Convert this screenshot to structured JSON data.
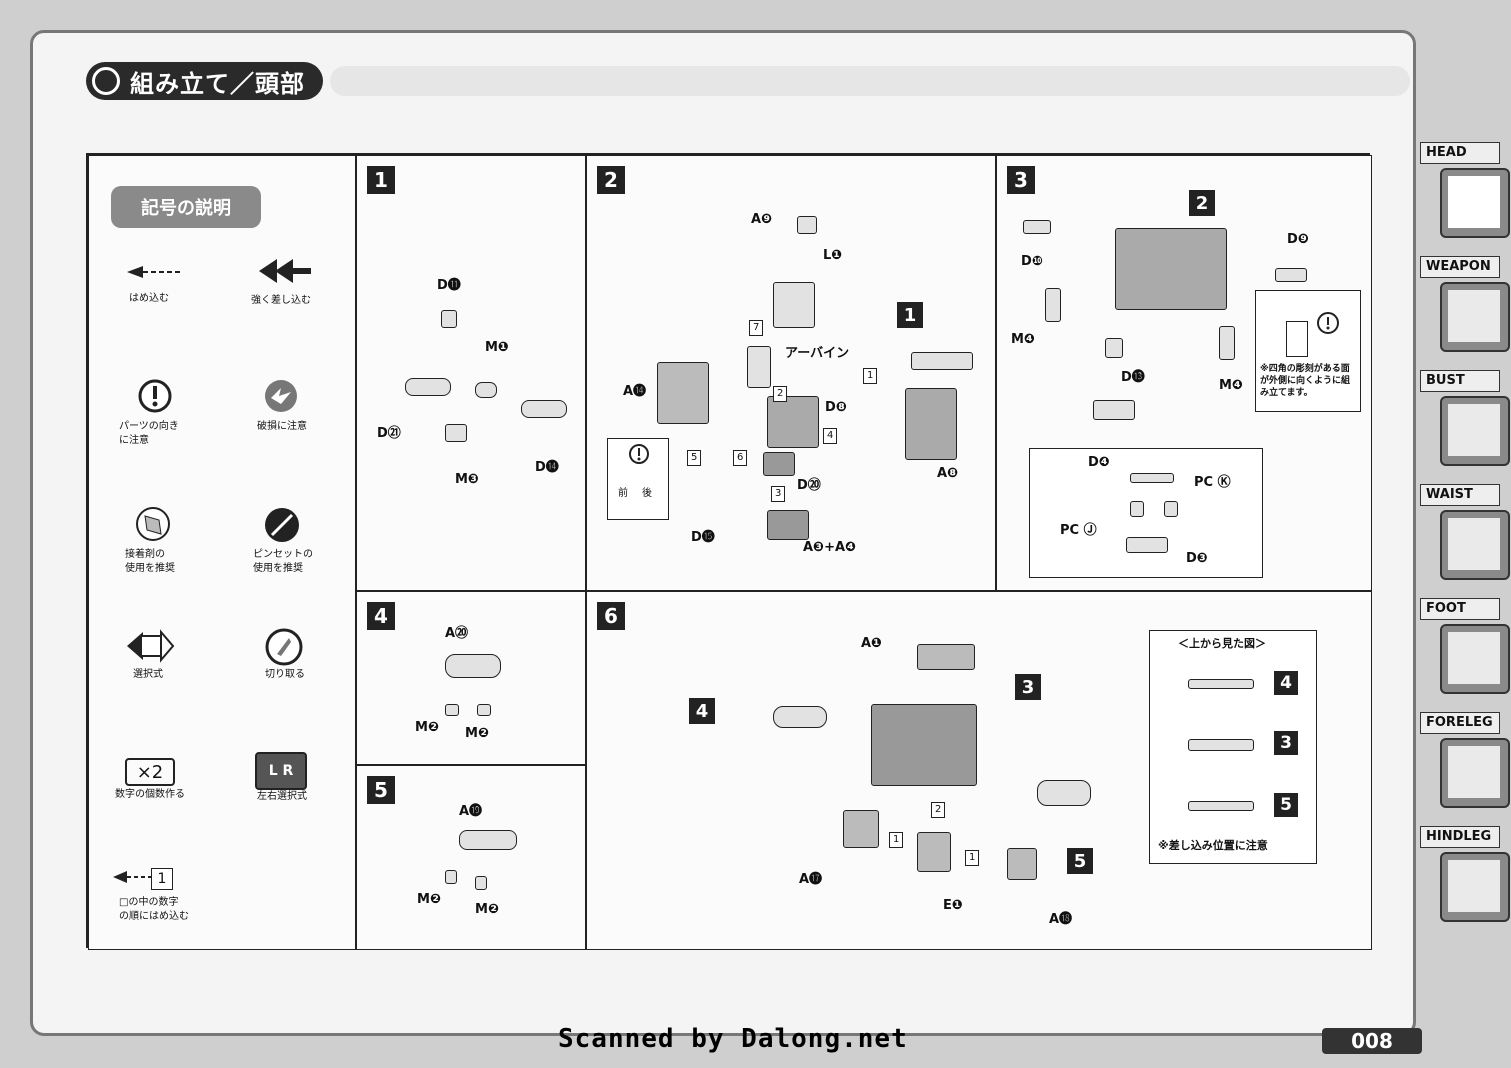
{
  "header": {
    "title": "組み立て／頭部"
  },
  "legend": {
    "title": "記号の説明",
    "items": [
      {
        "label": "はめ込む"
      },
      {
        "label": "強く差し込む"
      },
      {
        "label": "パーツの向き\nに注意"
      },
      {
        "label": "破損に注意"
      },
      {
        "label": "接着剤の\n使用を推奨"
      },
      {
        "label": "ピンセットの\n使用を推奨"
      },
      {
        "label": "選択式"
      },
      {
        "label": "切り取る"
      },
      {
        "label": "数字の個数作る",
        "badge": "×2"
      },
      {
        "label": "左右選択式",
        "badge": "L R"
      },
      {
        "label": "□の中の数字\nの順にはめ込む",
        "badge": "1"
      }
    ]
  },
  "steps": {
    "s1": {
      "num": "1",
      "parts": [
        "D⓫",
        "M❶",
        "D㉑",
        "D⓮",
        "M❸"
      ]
    },
    "s2": {
      "num": "2",
      "parts": [
        "A❾",
        "L❶",
        "A⓮",
        "アーバイン",
        "D❽",
        "D⑳",
        "A❽",
        "A❸+A❹",
        "D⓯"
      ],
      "sub": [
        "1",
        "2",
        "3",
        "4",
        "5",
        "6",
        "7"
      ],
      "inset": [
        "前",
        "後"
      ],
      "ref": "1"
    },
    "s3": {
      "num": "3",
      "parts": [
        "D❾",
        "D❿",
        "M❹",
        "D⓭",
        "M❹"
      ],
      "ref": "2",
      "note": "※四角の彫刻がある面が外側に向くように組み立てます。",
      "detail": [
        "D❹",
        "PC Ⓚ",
        "PC Ⓙ",
        "D❸"
      ]
    },
    "s4": {
      "num": "4",
      "parts": [
        "A⑳",
        "M❷",
        "M❷"
      ]
    },
    "s5": {
      "num": "5",
      "parts": [
        "A⓳",
        "M❷",
        "M❷"
      ]
    },
    "s6": {
      "num": "6",
      "parts": [
        "A❶",
        "A⓱",
        "E❶",
        "A⓲"
      ],
      "refs": [
        "3",
        "4",
        "5"
      ],
      "sub": [
        "1",
        "2",
        "1"
      ],
      "topview": {
        "title": "＜上から見た図＞",
        "labels": [
          "4",
          "3",
          "5"
        ],
        "note": "※差し込み位置に注意"
      }
    }
  },
  "tabs": [
    {
      "label": "HEAD",
      "active": true
    },
    {
      "label": "WEAPON"
    },
    {
      "label": "BUST"
    },
    {
      "label": "WAIST"
    },
    {
      "label": "FOOT"
    },
    {
      "label": "FORELEG"
    },
    {
      "label": "HINDLEG"
    }
  ],
  "footer": {
    "scan": "Scanned by Dalong.net",
    "page": "008"
  }
}
